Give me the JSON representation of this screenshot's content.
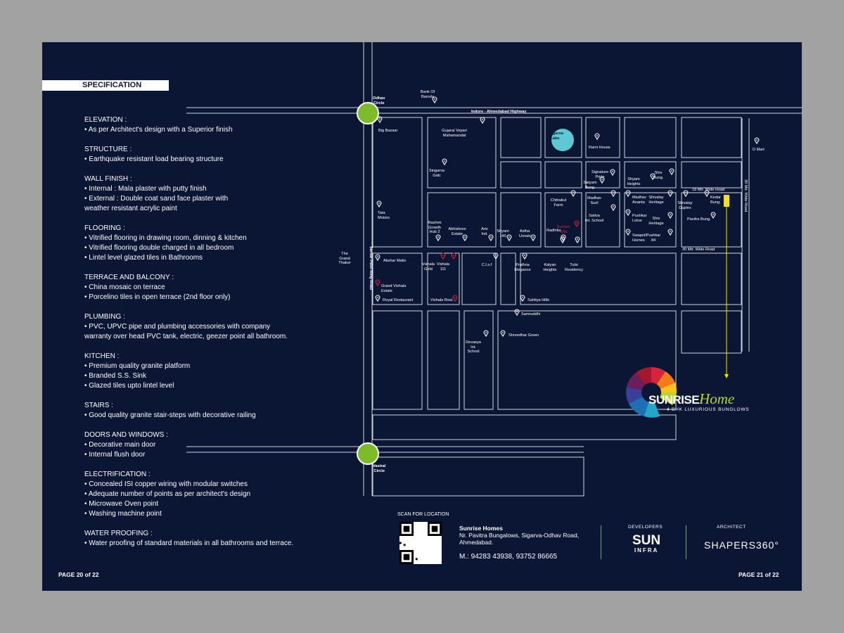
{
  "left_page": {
    "heading": "SPECIFICATION",
    "sections": [
      {
        "title": "ELEVATION :",
        "items": [
          "• As per Architect's design with a Superior finish"
        ]
      },
      {
        "title": "STRUCTURE :",
        "items": [
          "• Earthquake resistant load bearing structure"
        ]
      },
      {
        "title": "WALL FINISH :",
        "items": [
          "• Internal : Mala plaster with putty finish",
          "• External : Double coat sand face plaster with",
          "weather resistant acrylic paint"
        ]
      },
      {
        "title": "FLOORING :",
        "items": [
          "• Vitrified flooring in drawing room, dinning & kitchen",
          "• Vitrified flooring double charged in all bedroom",
          "• Lintel level glazed tiles in Bathrooms"
        ]
      },
      {
        "title": "TERRACE AND BALCONY :",
        "items": [
          "• China mosaic on terrace",
          "• Porcelino tiles in open terrace (2nd floor only)"
        ]
      },
      {
        "title": "PLUMBING :",
        "items": [
          "• PVC, UPVC pipe and plumbing accessories with company",
          "warranty over head PVC tank, electric, geezer point all bathroom."
        ]
      },
      {
        "title": "KITCHEN :",
        "items": [
          "• Premium quality granite platform",
          "• Branded S.S. Sink",
          "• Glazed tiles upto lintel level"
        ]
      },
      {
        "title": "STAIRS :",
        "items": [
          "• Good quality granite stair-steps with decorative railing"
        ]
      },
      {
        "title": "DOORS AND WINDOWS :",
        "items": [
          "• Decorative main door",
          "• Internal flush door"
        ]
      },
      {
        "title": "ELECTRIFICATION :",
        "items": [
          "• Concealed ISI copper wiring with modular switches",
          "• Adequate number of points as per architect's design",
          "• Microwave Oven point",
          "• Washing machine point"
        ]
      },
      {
        "title": "WATER PROOFING :",
        "items": [
          "• Water proofing of standard materials in all bathrooms and terrace."
        ]
      }
    ],
    "page_number": "PAGE 20 of 22"
  },
  "map": {
    "road_labels": {
      "highway": "Indore - Ahmedabad Highway",
      "ring_road": "Sardar Patel Ring Road",
      "road_18": "18 Mtr. Wide Road",
      "road_30a": "30 Mtr. Wide Road",
      "road_30b": "30 Mtr. Wide Road"
    },
    "circles": {
      "odhav": "Odhav\nCircle",
      "vastral": "Vastral\nCircle"
    },
    "landmarks": [
      {
        "id": "bank",
        "name": "Bank Of\nBaroda"
      },
      {
        "id": "bigbazaar",
        "name": "Big Bazaar"
      },
      {
        "id": "gujarat",
        "name": "Gujarat Vepari\nMahamandal"
      },
      {
        "id": "singarva-lake",
        "name": "Singarva\nLake"
      },
      {
        "id": "rami",
        "name": "Rami House"
      },
      {
        "id": "dmart",
        "name": "D Mart"
      },
      {
        "id": "gidc",
        "name": "Singarva\nGidc"
      },
      {
        "id": "signature",
        "name": "Signature\nPride"
      },
      {
        "id": "satyam",
        "name": "Satyam\nBung."
      },
      {
        "id": "shyamh",
        "name": "Shyam\nHeights"
      },
      {
        "id": "shivb",
        "name": "Shiv\nBung."
      },
      {
        "id": "tata",
        "name": "Tata\nMotors"
      },
      {
        "id": "chitrakut",
        "name": "Chitrakut\nFarm"
      },
      {
        "id": "madhavs",
        "name": "Madhav\nSuril"
      },
      {
        "id": "madhava",
        "name": "Madhav\nAnanta"
      },
      {
        "id": "shivalay-h",
        "name": "Shivalay\nHeritage"
      },
      {
        "id": "shivalay-d",
        "name": "Shivalay\nDuplex"
      },
      {
        "id": "kedar",
        "name": "Kedar\nBung."
      },
      {
        "id": "sattva",
        "name": "Sattva\nInt. School"
      },
      {
        "id": "pushkar-lotus",
        "name": "Pushkar\nLotus"
      },
      {
        "id": "shiv-heritage",
        "name": "Shiv\nHeritage"
      },
      {
        "id": "pavitra",
        "name": "Pavitra Bung."
      },
      {
        "id": "rashmi",
        "name": "Rashmi\nGrowth\nHub 2"
      },
      {
        "id": "abhishree",
        "name": "Abhishree\nEstate"
      },
      {
        "id": "arix",
        "name": "Arix\nInd."
      },
      {
        "id": "shyam140",
        "name": "Shyam\n140"
      },
      {
        "id": "astha",
        "name": "Astha\nUnnati"
      },
      {
        "id": "radhika",
        "name": "Radhika"
      },
      {
        "id": "sunrise-villa",
        "name": "Sunrise\nVilla"
      },
      {
        "id": "swapnil",
        "name": "Swapnil\nHomes"
      },
      {
        "id": "pushkar84",
        "name": "Pushkar\n84"
      },
      {
        "id": "grand-thaker",
        "name": "The\nGrand\nThaker"
      },
      {
        "id": "akshar",
        "name": "Akshar Matix"
      },
      {
        "id": "vishala-gold",
        "name": "Vishala\nGold"
      },
      {
        "id": "vishala-111",
        "name": "Vishala\n111"
      },
      {
        "id": "cisf",
        "name": "C.I.s.f"
      },
      {
        "id": "prathna",
        "name": "Prathna\nElegance"
      },
      {
        "id": "kalyan",
        "name": "Kalyan\nHeights"
      },
      {
        "id": "tulsi",
        "name": "Tulsi\nResidency"
      },
      {
        "id": "grand-vishala",
        "name": "Grand Vishala\nEstate"
      },
      {
        "id": "royal",
        "name": "Royal Restaurant"
      },
      {
        "id": "vishala-resi",
        "name": "Vishala Resi."
      },
      {
        "id": "sahitya",
        "name": "Sahitya Hills"
      },
      {
        "id": "samruddhi",
        "name": "Samruddhi"
      },
      {
        "id": "shreedhar",
        "name": "Shreedhar Green"
      },
      {
        "id": "devasya",
        "name": "Devasya\nInt.\nSchool"
      }
    ]
  },
  "brand": {
    "name": "SUNRISE",
    "name_script": "Home",
    "tagline": "4 BHK LUXURIOUS BUNGLOWS"
  },
  "footer": {
    "scan_label": "SCAN FOR LOCATION",
    "company_name": "Sunrise Homes",
    "address_line1": "Nr. Pavitra Bungalows, Sigarva-Odhav Road,",
    "address_line2": "Ahmedabad.",
    "phone": "M.: 94283 43938, 93752 86665",
    "developers_label": "DEVELOPERS",
    "developer_name": "SUN",
    "developer_sub": "INFRA",
    "architect_label": "ARCHITECT",
    "architect_name": "SHAPERS360°"
  },
  "right_page": {
    "page_number": "PAGE 21 of 22"
  },
  "colors": {
    "background": "#0b1634",
    "circle_green": "#7dbb2a",
    "pin_red": "#d6243a",
    "pointer_yellow": "#f2e600",
    "divider_green": "#6db33f",
    "lake": "#5ec9d4"
  }
}
